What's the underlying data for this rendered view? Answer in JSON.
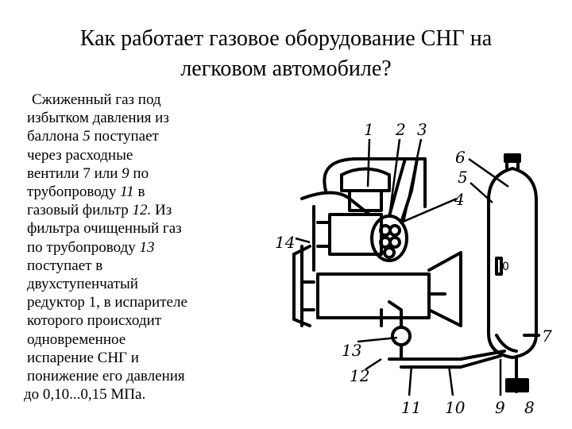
{
  "slide": {
    "title_line1": "Как работает газовое оборудование СНГ на",
    "title_line2": "легковом автомобиле?",
    "body_lines": [
      [
        {
          "t": "Сжиженный газ под"
        }
      ],
      [
        {
          "t": "избытком давления из"
        }
      ],
      [
        {
          "t": "баллона "
        },
        {
          "t": "5",
          "i": true
        },
        {
          "t": " поступает"
        }
      ],
      [
        {
          "t": "через расходные"
        }
      ],
      [
        {
          "t": "вентили 7 или "
        },
        {
          "t": "9",
          "i": true
        },
        {
          "t": " по"
        }
      ],
      [
        {
          "t": "трубопроводу "
        },
        {
          "t": "11",
          "i": true
        },
        {
          "t": " в"
        }
      ],
      [
        {
          "t": "газовый фильтр "
        },
        {
          "t": "12.",
          "i": true
        },
        {
          "t": " Из"
        }
      ],
      [
        {
          "t": "фильтра очищенный газ"
        }
      ],
      [
        {
          "t": "по трубопроводу "
        },
        {
          "t": "13",
          "i": true
        }
      ],
      [
        {
          "t": "поступает в"
        }
      ],
      [
        {
          "t": "двухступенчатый"
        }
      ],
      [
        {
          "t": "редуктор 1, в испарителе"
        }
      ],
      [
        {
          "t": "которого происходит"
        }
      ],
      [
        {
          "t": "одновременное"
        }
      ],
      [
        {
          "t": "испарение СНГ и"
        }
      ],
      [
        {
          "t": "понижение его давления"
        }
      ],
      [
        {
          "t": "до 0,10...0,15 МПа."
        }
      ]
    ]
  },
  "diagram": {
    "callouts": {
      "c1": "1",
      "c2": "2",
      "c3": "3",
      "c4": "4",
      "c5": "5",
      "c6": "6",
      "c7": "7",
      "c8": "8",
      "c9": "9",
      "c10": "10",
      "c11": "11",
      "c12": "12",
      "c13": "13",
      "c14": "14"
    },
    "tank_label": "0"
  }
}
